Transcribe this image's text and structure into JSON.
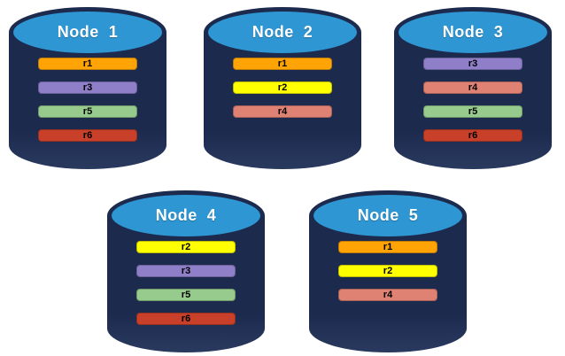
{
  "diagram_title": "database-nodes-replicas-diagram",
  "colors": {
    "cylinder_body": "#1C2A4E",
    "cylinder_body_light": "#2A3A5F",
    "cylinder_top": "#2E96D3",
    "title_text": "#FFFFFF",
    "bar_text": "#000000",
    "background": "#FFFFFF"
  },
  "replica_colors": {
    "r1": "#FFA404",
    "r2": "#FFFF00",
    "r3": "#8E7FC8",
    "r4": "#DF8173",
    "r5": "#97CB8D",
    "r6": "#C8402A"
  },
  "nodes": [
    {
      "label": "Node  1",
      "replicas": [
        "r1",
        "r3",
        "r5",
        "r6"
      ]
    },
    {
      "label": "Node  2",
      "replicas": [
        "r1",
        "r2",
        "r4"
      ]
    },
    {
      "label": "Node  3",
      "replicas": [
        "r3",
        "r4",
        "r5",
        "r6"
      ]
    },
    {
      "label": "Node  4",
      "replicas": [
        "r2",
        "r3",
        "r5",
        "r6"
      ]
    },
    {
      "label": "Node  5",
      "replicas": [
        "r1",
        "r2",
        "r4"
      ]
    }
  ]
}
